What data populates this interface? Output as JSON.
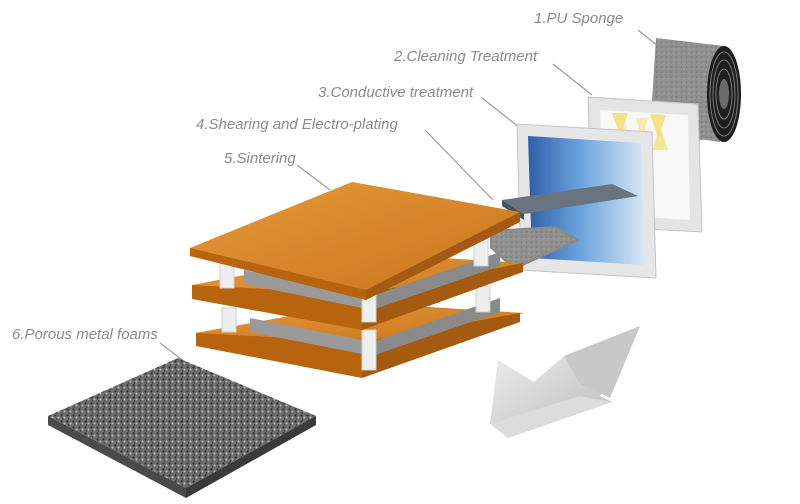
{
  "labels": {
    "step1": "1.PU Sponge",
    "step2": "2.Cleaning Treatment",
    "step3": "3.Conductive treatment",
    "step4": "4.Shearing and Electro-plating",
    "step5": "5.Sintering",
    "step6": "6.Porous metal foams"
  },
  "colors": {
    "sponge": "#8c8c8c",
    "frame": "#e4e4e4",
    "screen_blue": "#3f7fc6",
    "beam_yellow": "#f2df7a",
    "plate_orange": "#d9831f",
    "heater_bar": "#9a9a9a",
    "pillar": "#eeeeee",
    "foam": "#6a6a6a",
    "arrow": "#cfcfcf"
  },
  "icons": {
    "arrow": "down-left-arrow-icon"
  }
}
